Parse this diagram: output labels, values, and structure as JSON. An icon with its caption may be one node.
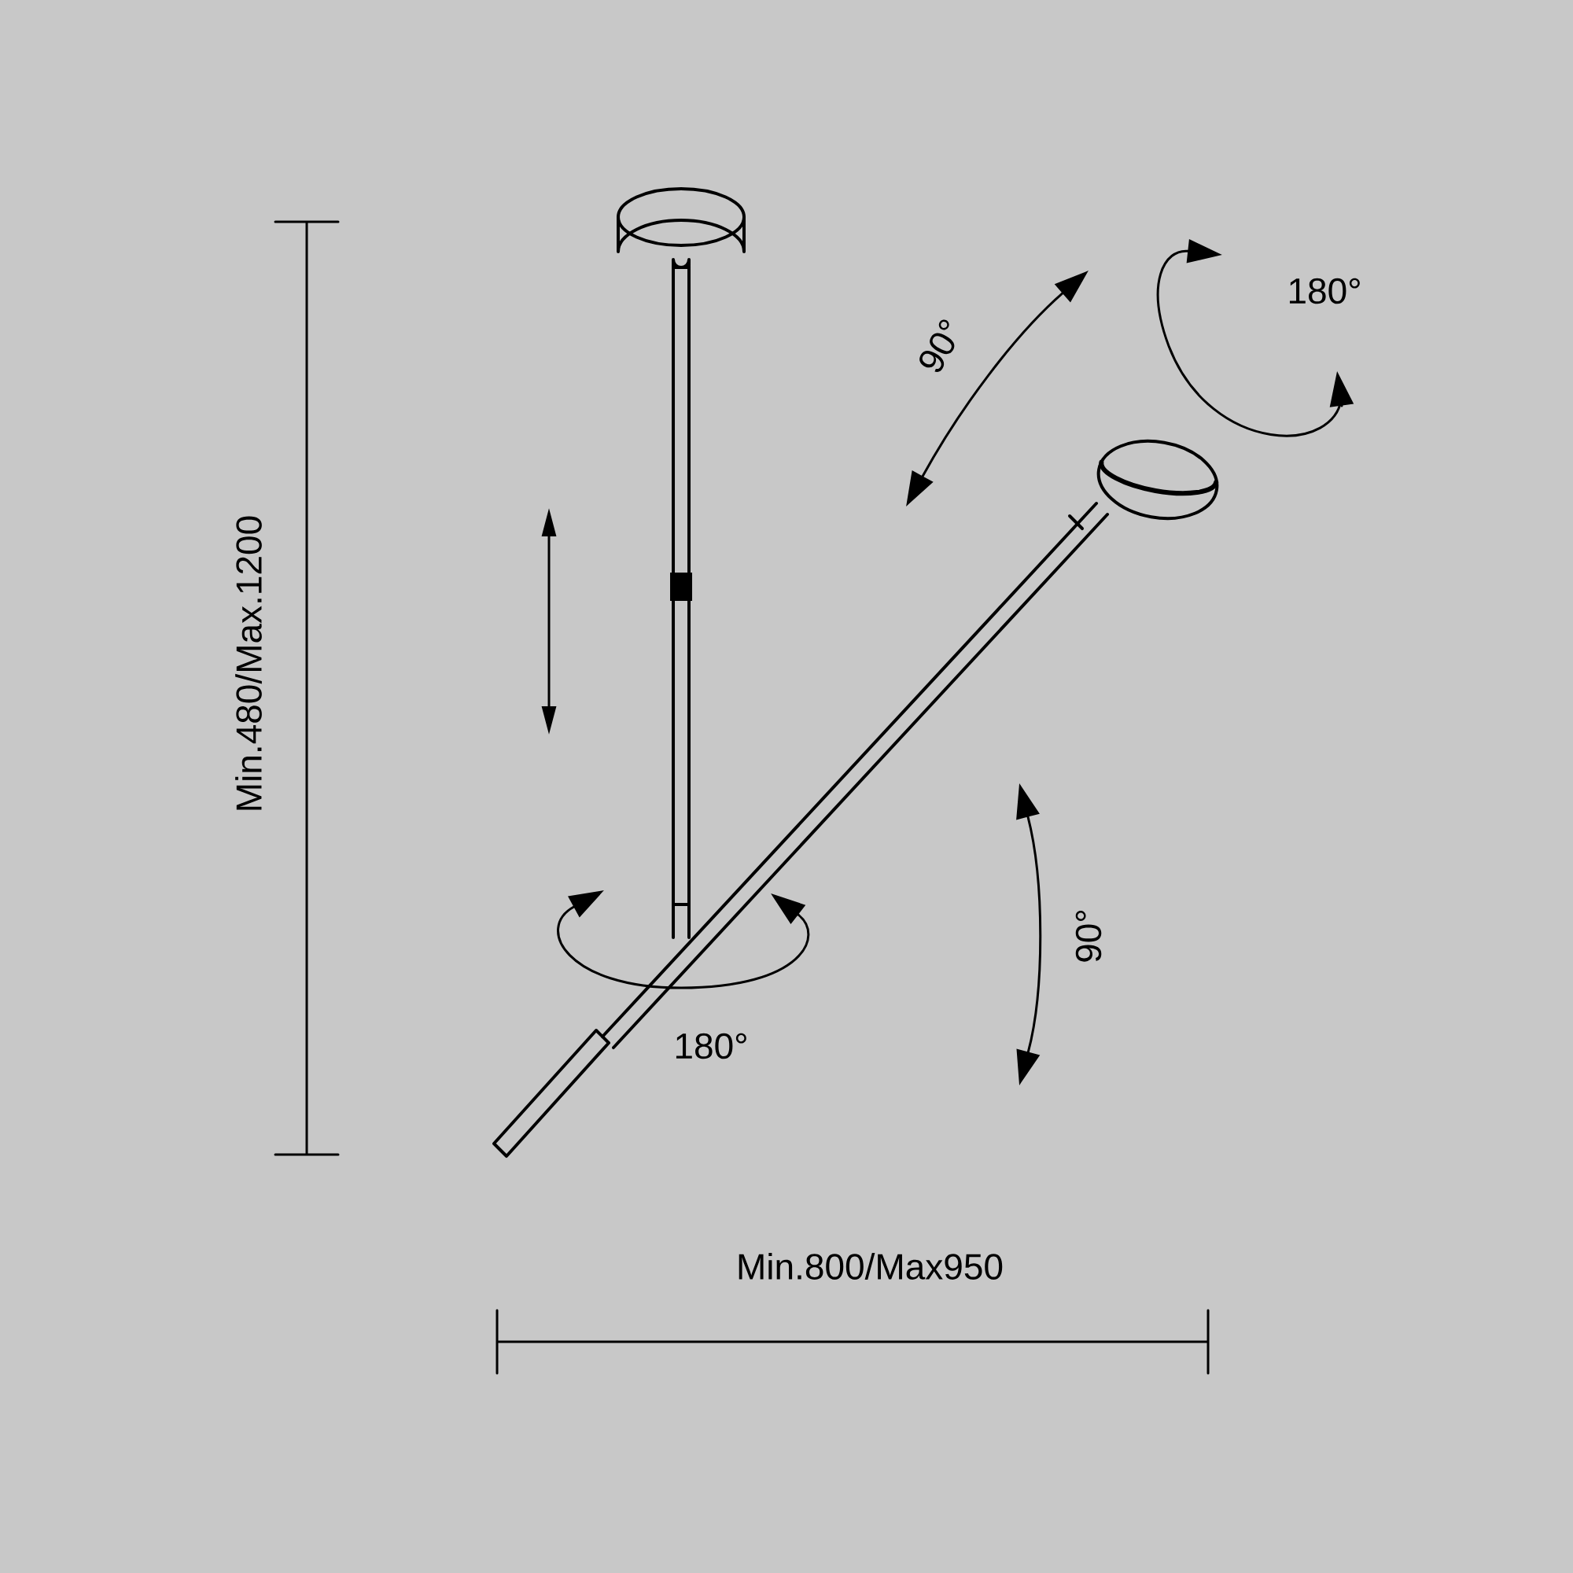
{
  "diagram": {
    "labels": [
      "180°",
      "90°",
      "Min.480/Max.1200",
      "90°",
      "180°",
      "Min.800/Max950"
    ]
  }
}
